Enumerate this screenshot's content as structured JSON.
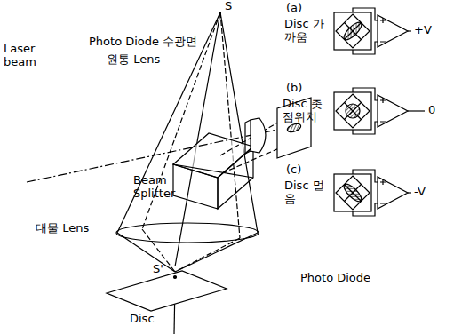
{
  "diagram": {
    "labels": [
      "S",
      "Laser beam",
      "Photo Diode 수광면",
      "원통 Lens",
      "Beam Splitter",
      "대물 Lens",
      "S'",
      "Disc",
      "(a)",
      "Disc 가까움",
      "+V",
      "(b)",
      "Disc 촛점위치",
      "0",
      "(c)",
      "Disc 멀음",
      "-V",
      "Photo Diode"
    ]
  }
}
